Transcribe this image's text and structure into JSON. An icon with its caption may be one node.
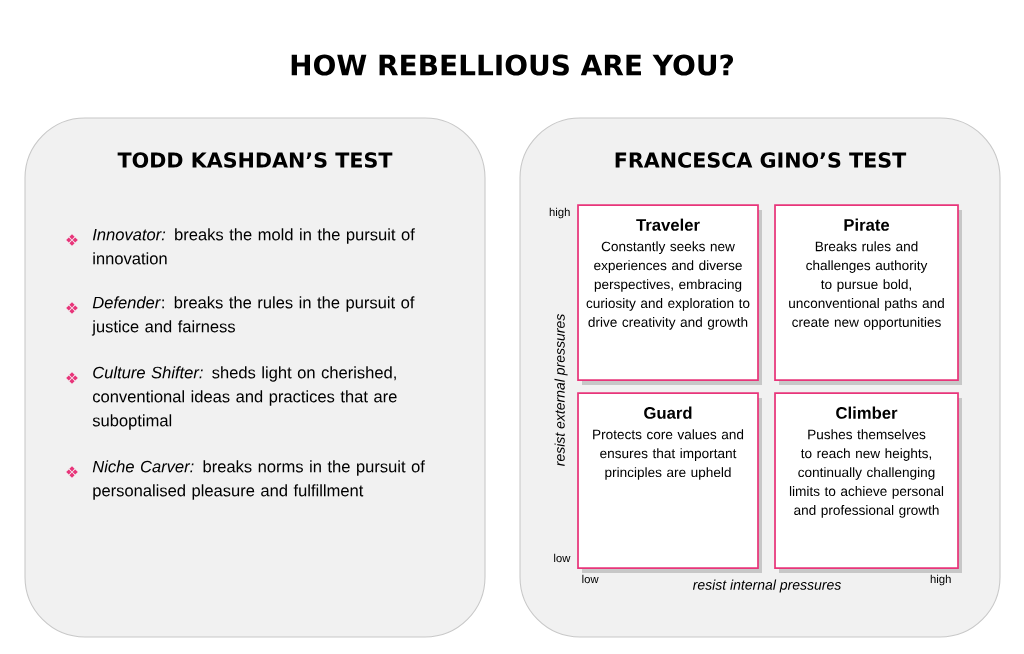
{
  "diagram": {
    "title": "HOW REBELLIOUS ARE YOU?",
    "nodes": [
      {
        "text": [
          "TODD KASHDAN’S TEST",
          "*Innovator:* breaks the mold in the pursuit of innovation",
          "*Defender*: breaks the rules in the pursuit of justice and fairness",
          "*Culture Shifter:* sheds light on cherished, conventional ideas and practices that are suboptimal",
          "*Niche Carver:* breaks norms in the pursuit of personalised pleasure and fulfillment"
        ]
      },
      {
        "text": [
          "FRANCESCA GINO’S TEST"
        ]
      },
      {
        "text": [
          "Traveler",
          "Constantly seeks new experiences and diverse perspectives, embracing curiosity and exploration to drive creativity and growth"
        ],
        "in": 1
      },
      {
        "text": [
          "Pirate",
          "Breaks rules and challenges authority to pursue bold, unconventional paths and create new opportunities"
        ],
        "in": 1
      },
      {
        "text": [
          "Guard",
          "Protects core values and ensures that important principles are upheld"
        ],
        "in": 1
      },
      {
        "text": [
          "Climber",
          "Pushes themselves to reach new heights, continually challenging limits to achieve personal and professional growth"
        ],
        "in": 1
      }
    ],
    "labels": [
      "high",
      "low",
      "resist external pressures",
      "low",
      "high",
      "resist internal pressures"
    ]
  }
}
